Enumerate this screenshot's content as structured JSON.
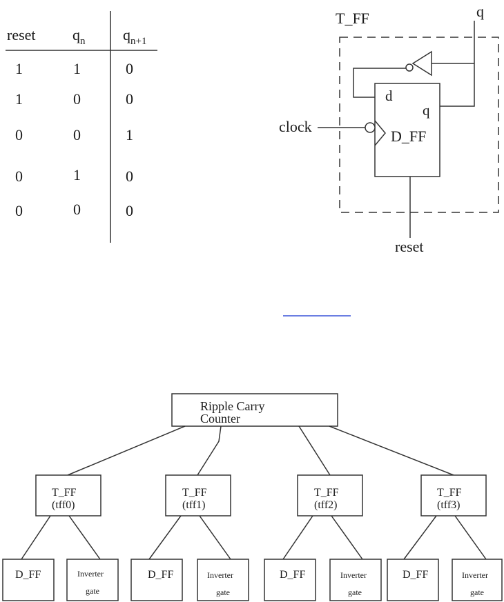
{
  "truth_table": {
    "headers": {
      "reset": "reset",
      "qn_base": "q",
      "qn_sub": "n",
      "qn1_base": "q",
      "qn1_sub": "n+1"
    },
    "rows": [
      [
        "1",
        "1",
        "0"
      ],
      [
        "1",
        "0",
        "0"
      ],
      [
        "0",
        "0",
        "1"
      ],
      [
        "0",
        "1",
        "0"
      ],
      [
        "0",
        "0",
        "0"
      ]
    ]
  },
  "circuit": {
    "module_label": "T_FF",
    "output_label": "q",
    "d_pin": "d",
    "q_pin": "q",
    "dff_label": "D_FF",
    "clock_label": "clock",
    "reset_label": "reset"
  },
  "hierarchy": {
    "root_line1": "Ripple Carry",
    "root_line2": "Counter",
    "tffs": [
      {
        "name": "T_FF",
        "instance": "(tff0)"
      },
      {
        "name": "T_FF",
        "instance": "(tff1)"
      },
      {
        "name": "T_FF",
        "instance": "(tff2)"
      },
      {
        "name": "T_FF",
        "instance": "(tff3)"
      }
    ],
    "dff_label": "D_FF",
    "inverter_line1": "Inverter",
    "inverter_line2": "gate"
  }
}
